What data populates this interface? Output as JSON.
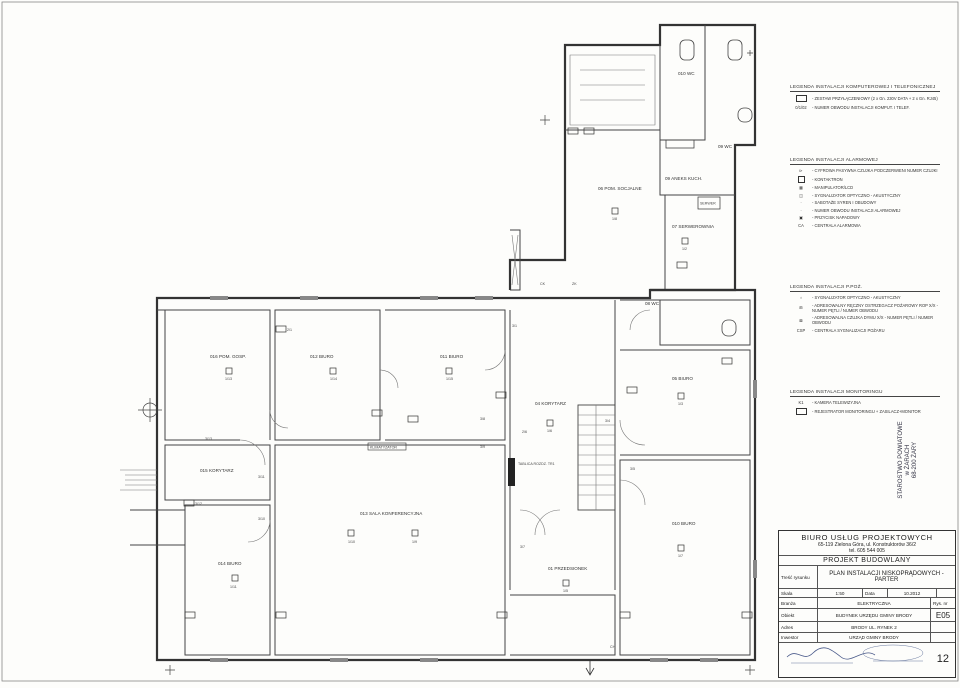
{
  "rooms": {
    "r01": "01 PRZEDSIONEK",
    "r04": "04 KORYTARZ",
    "r05": "05 BIURO",
    "r06": "06 POM. SOCJALNE",
    "r07": "07 SERWEROWNIA",
    "r08": "08 WC",
    "r09": "09 WC",
    "r09b": "09 ANEKS KUCH.",
    "r010": "010 WC",
    "r010b": "010 BIURO",
    "r011": "011 BIURO",
    "r012": "012 BIURO",
    "r013": "013 SALA KONFERENCYJNA",
    "r014": "014 BIURO",
    "r015": "015 KORYTARZ",
    "r016": "016 POM. GOSP."
  },
  "plan_labels": {
    "klimatyzator": "KLIMATYZATOR",
    "tablica": "TABLICA ROZDZ. TR1",
    "serwer": "SERWER"
  },
  "plan_tags": [
    "1/13",
    "1/14",
    "1/15",
    "1/10",
    "1/9",
    "1/11",
    "1/2",
    "1/3",
    "1/5",
    "1/6",
    "1/7",
    "1/8",
    "2/1",
    "2/6",
    "3/1",
    "3/4",
    "3/5",
    "3/7",
    "3/8",
    "3/9",
    "3/10",
    "3/11",
    "3/12",
    "3/13",
    "CK",
    "ZK",
    "CH"
  ],
  "legends": {
    "computer": {
      "title": "LEGENDA INSTALACJI KOMPUTEROWEJ I TELEFONICZNEJ",
      "items": [
        {
          "code": "",
          "text": "- ZESTAW PRZYŁĄCZENIOWY (2 x Gn. 230V DATA + 2 x Gn. RJ45)"
        },
        {
          "code": "0/1/02",
          "text": "- NUMER OBWODU INSTALACJI KOMPUT. I TELEF."
        }
      ]
    },
    "alarm": {
      "title": "LEGENDA INSTALACJI ALARMOWEJ",
      "items": [
        {
          "code": "",
          "text": "- CYFROWA PASYWNA CZUJKA PODCZERWIENI NUMER CZUJKI"
        },
        {
          "code": "",
          "text": "- KONTAKTRON"
        },
        {
          "code": "",
          "text": "- MANIPULATOR/LCD"
        },
        {
          "code": "",
          "text": "- SYGNALIZATOR OPTYCZNO - AKUSTYCZNY"
        },
        {
          "code": "",
          "text": "- SABOTAŻE SYREN I OBUDOWY"
        },
        {
          "code": "",
          "text": "- NUMER OBWODU INSTALACJI ALARMOWEJ"
        },
        {
          "code": "",
          "text": "- PRZYCISK NAPADOWY"
        },
        {
          "code": "CA",
          "text": "- CENTRALA ALARMOWA"
        }
      ]
    },
    "ppoz": {
      "title": "LEGENDA INSTALACJI P.POŻ.",
      "items": [
        {
          "code": "",
          "text": "- SYGNALIZATOR OPTYCZNO - AKUSTYCZNY"
        },
        {
          "code": "",
          "text": "- ADRESOWALNY RĘCZNY OSTRZEGACZ POŻAROWY ROP X/X - NUMER PĘTLI / NUMER OBWODU"
        },
        {
          "code": "",
          "text": "- ADRESOWALNA CZUJKA DYMU X/X - NUMER PĘTLI / NUMER OBWODU"
        },
        {
          "code": "CSP",
          "text": "- CENTRALA SYGNALIZACJI POŻARU"
        }
      ]
    },
    "monitoring": {
      "title": "LEGENDA INSTALACJI MONITORINGU",
      "items": [
        {
          "code": "K1",
          "text": "- KAMERA TELEWIZYJNA"
        },
        {
          "code": "",
          "text": "- REJESTRATOR MONITORINGU + ZASILACZ+MONITOR"
        }
      ]
    }
  },
  "title_block": {
    "company": "BIURO USŁUG PROJEKTOWYCH",
    "address": "65-119 Zielona Góra, ul. Konstruktorów 36/2",
    "phone": "tel. 605 544 005",
    "project": "PROJEKT BUDOWLANY",
    "content_label": "Treść rysunku",
    "content": "PLAN INSTALACJI NISKOPRĄDOWYCH - PARTER",
    "scale_label": "Skala",
    "scale": "1:50",
    "date_label": "Data",
    "date": "10.2012",
    "branch_label": "Branża",
    "branch": "ELEKTRYCZNA",
    "drawing_no_label": "Rys. nr",
    "drawing_no": "E05",
    "object_label": "Obiekt",
    "object": "BUDYNEK URZĘDU GMINY BRODY",
    "address_label": "Adres",
    "site": "BRODY UL. RYNEK 2",
    "investor_label": "Inwestor",
    "investor": "URZĄD GMINY BRODY",
    "sheet_number": "12"
  },
  "stamp": {
    "line1": "STAROSTWO POWIATOWE",
    "line2": "w ŻARACH",
    "line3": "68-200 ŻARY"
  }
}
